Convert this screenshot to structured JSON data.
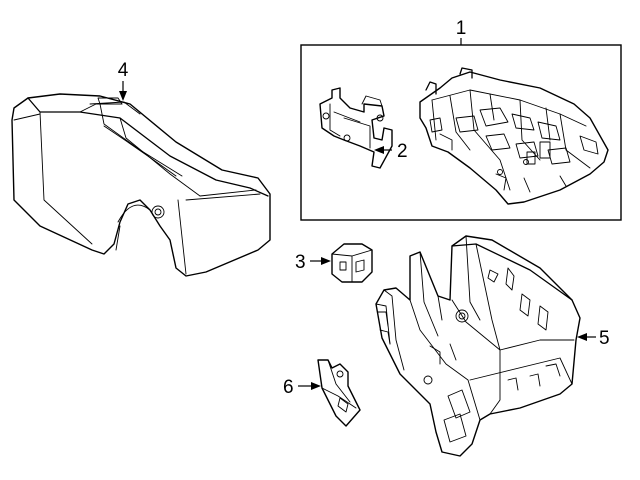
{
  "callouts": [
    {
      "id": "1",
      "label": "1"
    },
    {
      "id": "2",
      "label": "2"
    },
    {
      "id": "3",
      "label": "3"
    },
    {
      "id": "4",
      "label": "4"
    },
    {
      "id": "5",
      "label": "5"
    },
    {
      "id": "6",
      "label": "6"
    }
  ],
  "parts": [
    {
      "callout": "1",
      "icon": "fuse-box-assembly-icon"
    },
    {
      "callout": "2",
      "icon": "mounting-bracket-icon"
    },
    {
      "callout": "3",
      "icon": "relay-icon"
    },
    {
      "callout": "4",
      "icon": "fuse-box-cover-icon"
    },
    {
      "callout": "5",
      "icon": "fuse-box-housing-icon"
    },
    {
      "callout": "6",
      "icon": "retaining-clip-icon"
    }
  ]
}
